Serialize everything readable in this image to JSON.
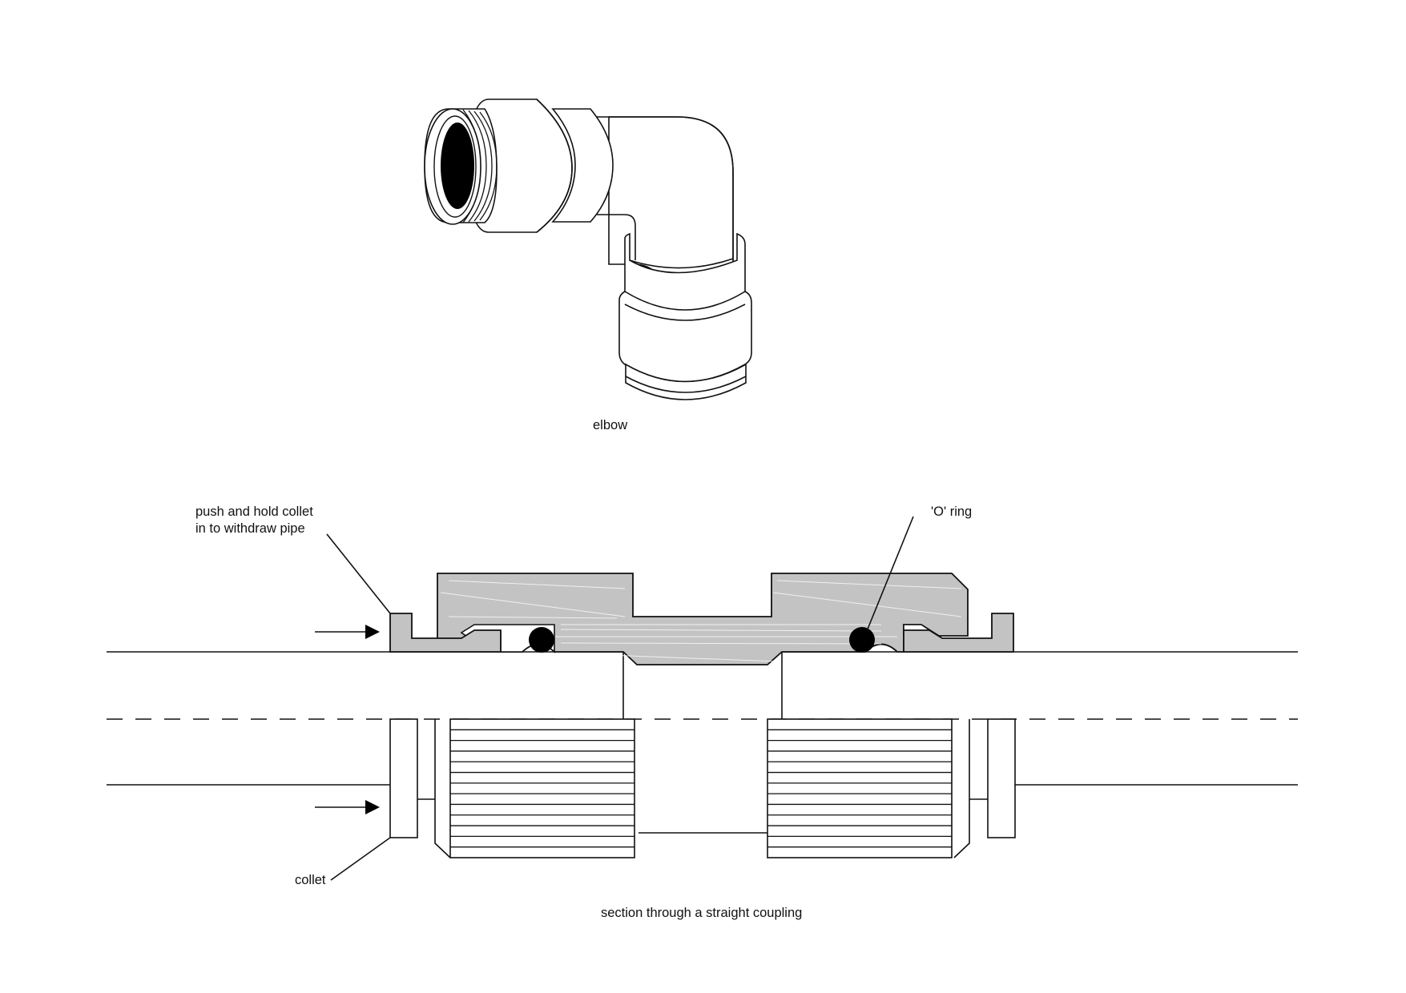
{
  "figure": {
    "elbow": {
      "caption": "elbow",
      "icon": "elbow-fitting-icon"
    },
    "coupling": {
      "caption": "section through a straight coupling",
      "annotations": {
        "push_collet": [
          "push and hold collet",
          "in to withdraw pipe"
        ],
        "o_ring": "'O' ring",
        "collet": "collet"
      },
      "grip_ring_lines": 12
    },
    "colors": {
      "section_fill": "#c3c3c3",
      "line": "#111111",
      "o_ring": "#000000"
    }
  }
}
